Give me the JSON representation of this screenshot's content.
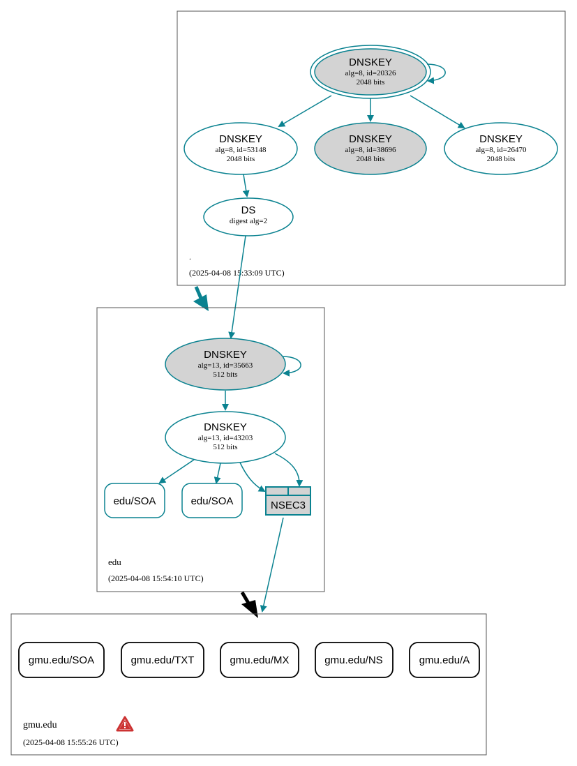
{
  "colors": {
    "edge": "#0a8290",
    "key_fill": "#d3d3d3",
    "zone_border": "#555555",
    "rrset_border": "#000000",
    "warning": "#cc3333",
    "delegation_bold": "#000000"
  },
  "zones": {
    "root": {
      "name": ".",
      "timestamp": "(2025-04-08 15:33:09 UTC)",
      "nodes": {
        "ksk": {
          "type": "DNSKEY",
          "detail": "alg=8, id=20326",
          "bits": "2048 bits"
        },
        "zsk1": {
          "type": "DNSKEY",
          "detail": "alg=8, id=53148",
          "bits": "2048 bits"
        },
        "zsk2": {
          "type": "DNSKEY",
          "detail": "alg=8, id=38696",
          "bits": "2048 bits"
        },
        "zsk3": {
          "type": "DNSKEY",
          "detail": "alg=8, id=26470",
          "bits": "2048 bits"
        },
        "ds": {
          "type": "DS",
          "detail": "digest alg=2"
        }
      }
    },
    "edu": {
      "name": "edu",
      "timestamp": "(2025-04-08 15:54:10 UTC)",
      "nodes": {
        "ksk": {
          "type": "DNSKEY",
          "detail": "alg=13, id=35663",
          "bits": "512 bits"
        },
        "zsk": {
          "type": "DNSKEY",
          "detail": "alg=13, id=43203",
          "bits": "512 bits"
        },
        "soa1": {
          "label": "edu/SOA"
        },
        "soa2": {
          "label": "edu/SOA"
        },
        "nsec3": {
          "label": "NSEC3"
        }
      }
    },
    "gmu": {
      "name": "gmu.edu",
      "timestamp": "(2025-04-08 15:55:26 UTC)",
      "warning_icon": "warning-triangle-icon",
      "rrsets": [
        "gmu.edu/SOA",
        "gmu.edu/TXT",
        "gmu.edu/MX",
        "gmu.edu/NS",
        "gmu.edu/A"
      ]
    }
  }
}
